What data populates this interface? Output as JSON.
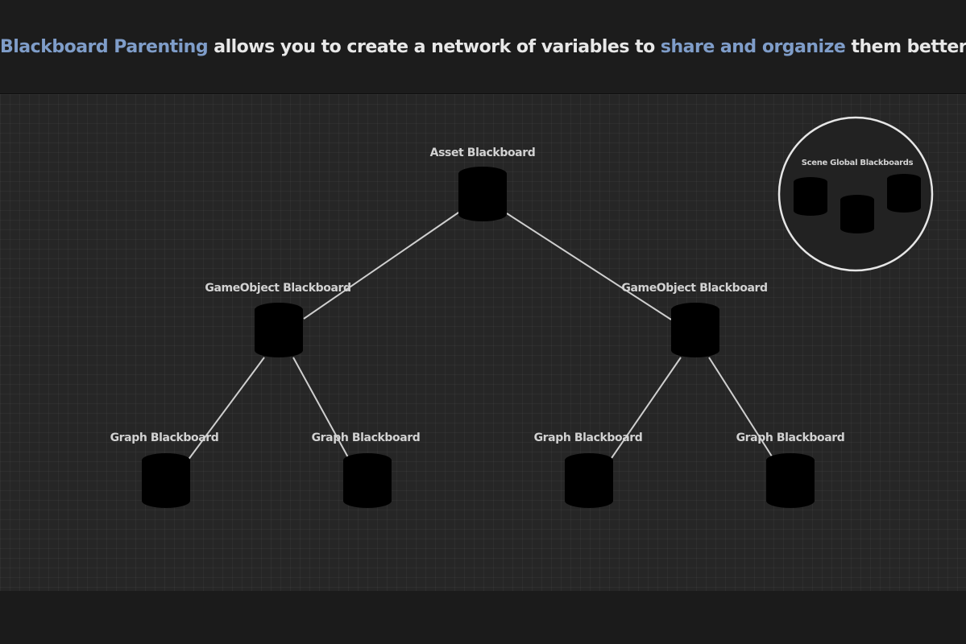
{
  "headline": {
    "part1": "Blackboard Parenting",
    "part2": " allows you to create a network of variables to ",
    "part3": "share and organize",
    "part4": " them better"
  },
  "nodes": {
    "asset": "Asset Blackboard",
    "gameobject_left": "GameObject Blackboard",
    "gameobject_right": "GameObject Blackboard",
    "graph_1": "Graph Blackboard",
    "graph_2": "Graph Blackboard",
    "graph_3": "Graph Blackboard",
    "graph_4": "Graph Blackboard"
  },
  "scene": {
    "title": "Scene Global Blackboards"
  },
  "colors": {
    "accent": "#7f9dc9",
    "text": "#e8e8e8",
    "line": "#e6e6e6"
  },
  "icons": {
    "database": "database-icon"
  }
}
